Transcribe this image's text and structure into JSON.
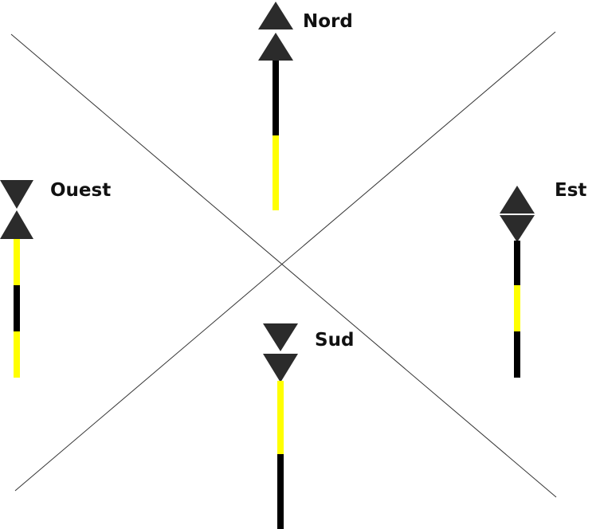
{
  "diagram": {
    "colors": {
      "background": "#ffffff",
      "cross_line": "#333333",
      "triangle": "#2b2b2b",
      "pole_black": "#000000",
      "pole_yellow": "#ffff00",
      "separator": "#ffffff"
    },
    "markers": [
      {
        "id": "nord",
        "label": "Nord",
        "topmark": "two-cones-pointing-up",
        "pole_bands_top_to_bottom": [
          "black",
          "yellow"
        ]
      },
      {
        "id": "est",
        "label": "Est",
        "topmark": "two-cones-base-to-base",
        "pole_bands_top_to_bottom": [
          "black",
          "yellow",
          "black"
        ]
      },
      {
        "id": "sud",
        "label": "Sud",
        "topmark": "two-cones-pointing-down",
        "pole_bands_top_to_bottom": [
          "yellow",
          "black"
        ]
      },
      {
        "id": "ouest",
        "label": "Ouest",
        "topmark": "two-cones-point-to-point",
        "pole_bands_top_to_bottom": [
          "yellow",
          "black",
          "yellow"
        ]
      }
    ]
  }
}
